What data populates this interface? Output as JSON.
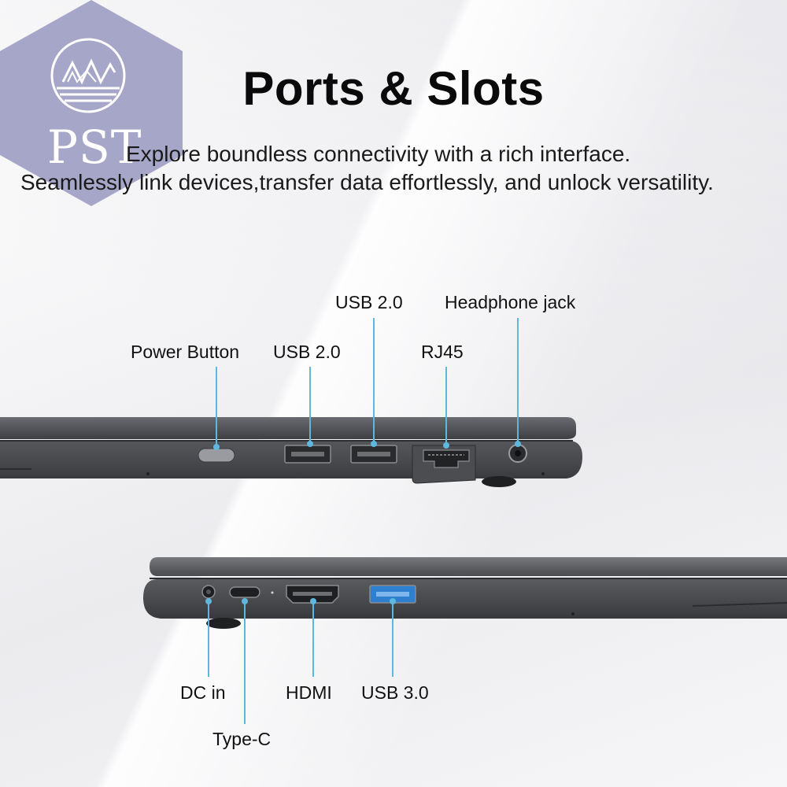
{
  "logo": {
    "text": "PST"
  },
  "title": "Ports & Slots",
  "subtitle_line1": "Explore boundless connectivity with a rich interface.",
  "subtitle_line2": "Seamlessly link devices,transfer data effortlessly, and unlock versatility.",
  "right_side_ports": {
    "power_button": "Power Button",
    "usb_a": "USB 2.0",
    "usb_b": "USB 2.0",
    "rj45": "RJ45",
    "headphone": "Headphone jack"
  },
  "left_side_ports": {
    "dc_in": "DC in",
    "type_c": "Type-C",
    "hdmi": "HDMI",
    "usb3": "USB 3.0"
  },
  "colors": {
    "leader_line": "#5fb7dd",
    "laptop_body": "#4a4b4f",
    "logo_hex": "#a6a6c8",
    "usb3_port": "#2f7fd0"
  }
}
